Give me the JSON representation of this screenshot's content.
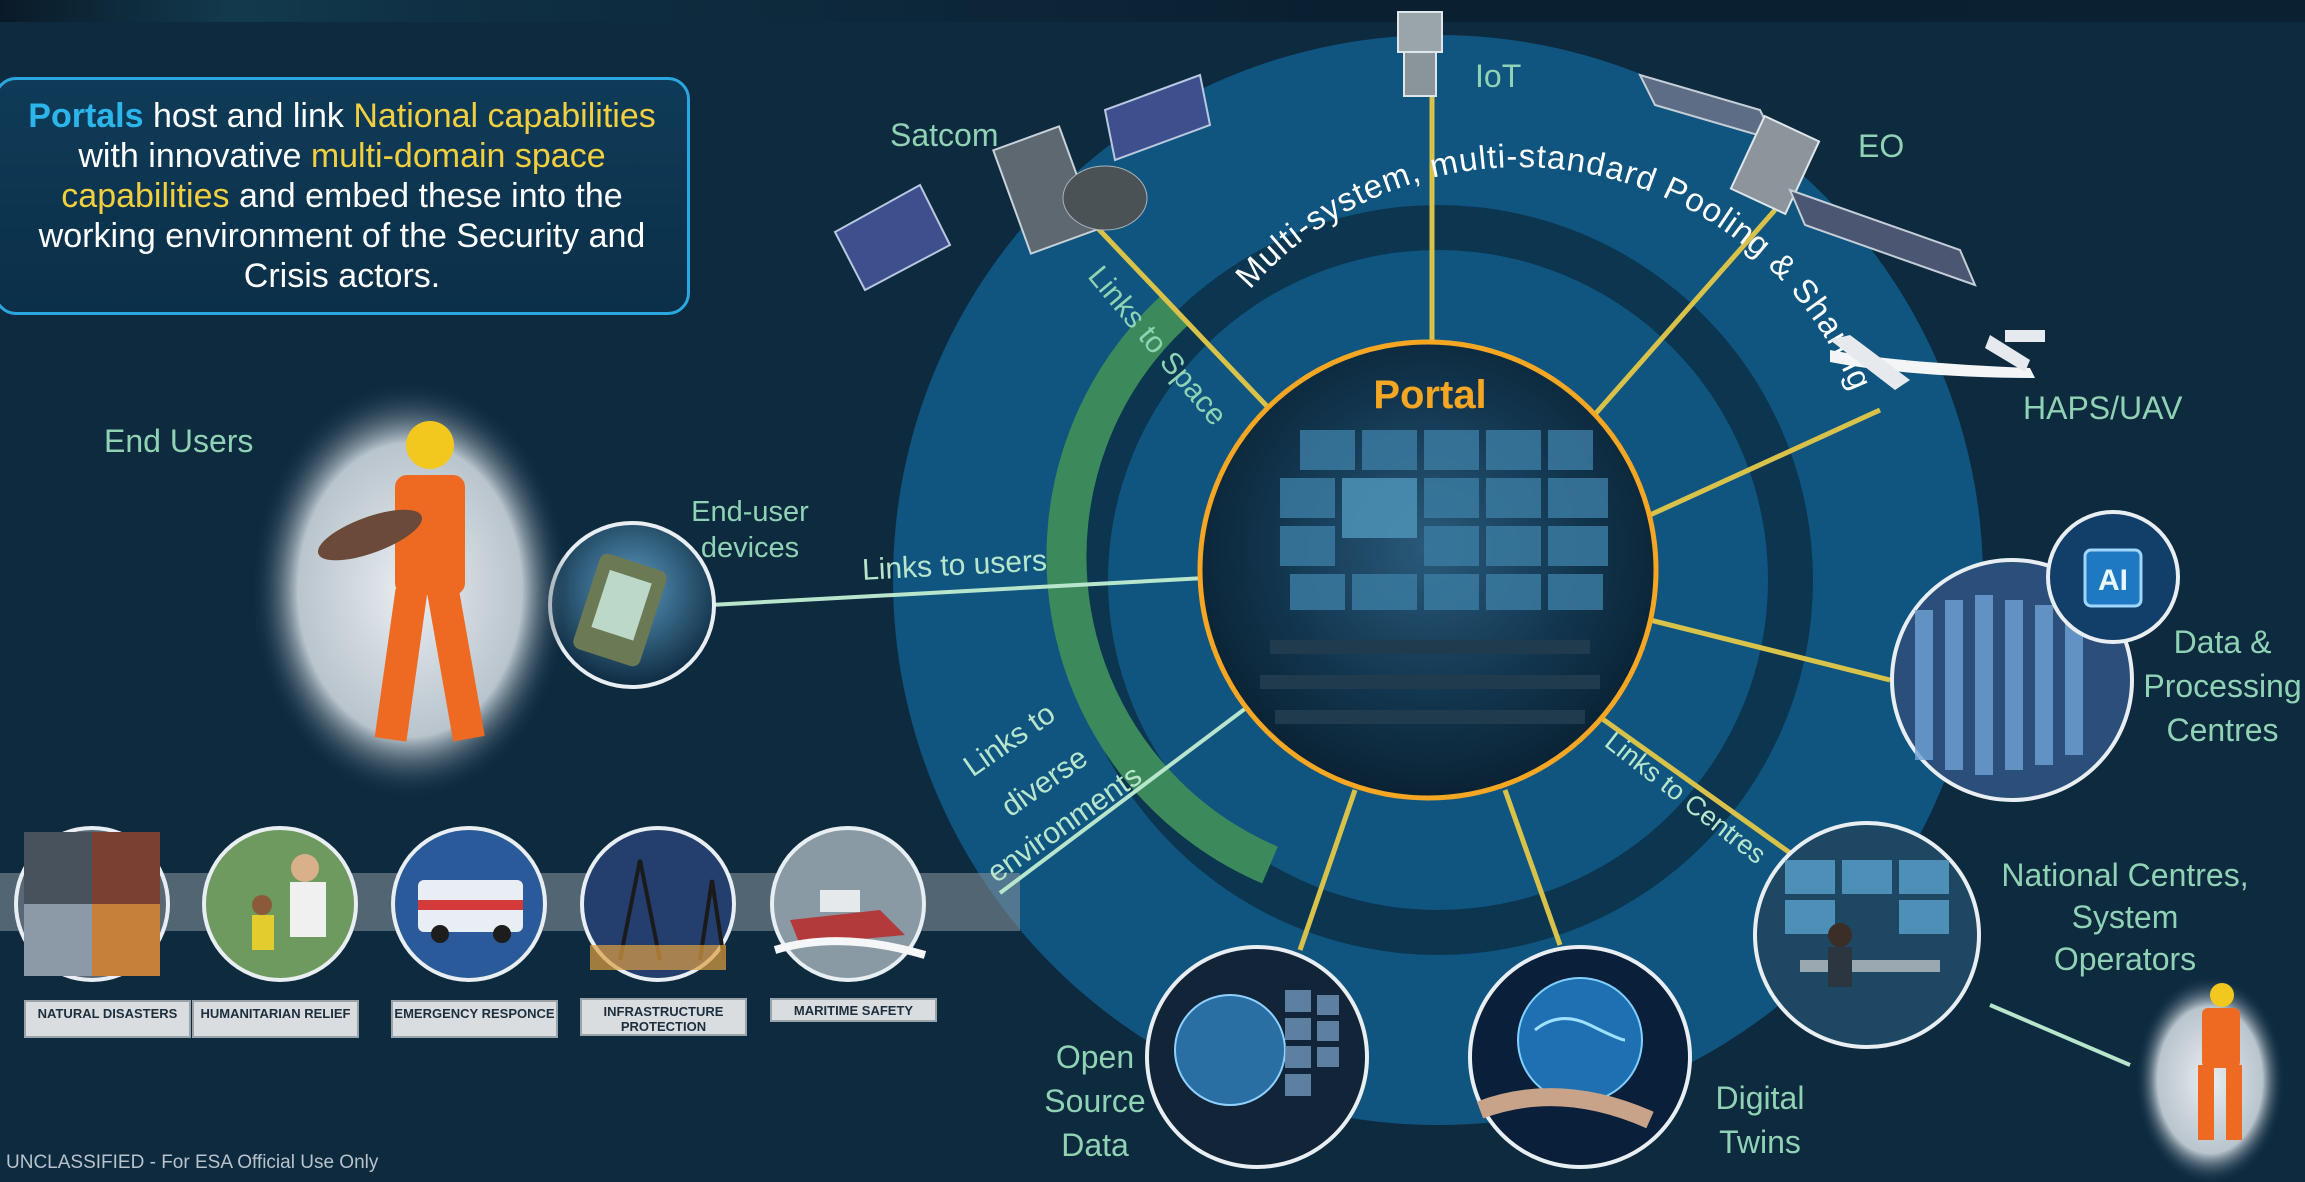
{
  "info_box": {
    "portals": "Portals",
    "t1": " host and link ",
    "national": "National capabilities",
    "t2": " with innovative ",
    "multi": "multi-domain space capabilities",
    "t3": " and embed these into the working environment of the Security and Crisis actors."
  },
  "center": {
    "portal_label": "Portal",
    "ring_text": "Multi-system, multi-standard Pooling & Sharing"
  },
  "nodes": {
    "iot": "IoT",
    "satcom": "Satcom",
    "eo": "EO",
    "haps": "HAPS/UAV",
    "data_centres": "Data & Processing Centres",
    "national_centres": "National Centres, System Operators",
    "digital_twins": "Digital Twins",
    "open_source": "Open Source Data",
    "end_user_devices": "End-user devices",
    "end_users": "End Users"
  },
  "links": {
    "space": "Links to Space",
    "users": "Links to users",
    "diverse": "Links to diverse environments",
    "centres": "Links to Centres"
  },
  "categories": [
    "NATURAL DISASTERS",
    "HUMANITARIAN RELIEF",
    "EMERGENCY RESPONCE",
    "INFRASTRUCTURE PROTECTION",
    "MARITIME SAFETY"
  ],
  "footer": "UNCLASSIFIED - For ESA Official Use Only",
  "colors": {
    "background": "#0d2a3f",
    "outer_ring": "#0f557f",
    "dark_ring": "#0c3550",
    "green_arc": "#3c8a5c",
    "link_yellow": "#d9c24a",
    "link_green": "#b8e6cc",
    "portal_gold": "#f5a623",
    "box_border": "#2aa7de"
  }
}
